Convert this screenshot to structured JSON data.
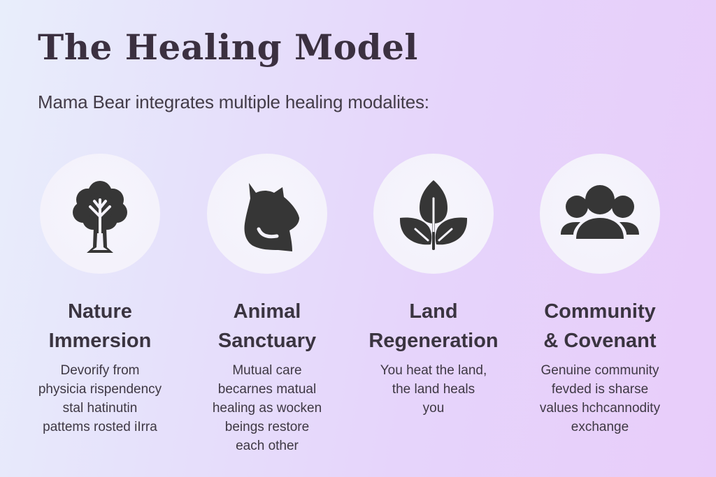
{
  "header": {
    "title": "The Healing Model",
    "subtitle": "Mama Bear integrates multiple healing modalites:"
  },
  "colors": {
    "background_start": "#e8eefb",
    "background_end": "#e8cdfa",
    "icon_circle": "#f4f2fb",
    "icon_fill": "#363636",
    "text": "#3a3440"
  },
  "modalities": [
    {
      "icon": "tree-icon",
      "heading_line1": "Nature",
      "heading_line2": "Immersion",
      "desc_lines": [
        "Devorify from",
        "physicia rispendency",
        "stal  hatinutin",
        "pattems rosted  iIrra"
      ]
    },
    {
      "icon": "animal-head-icon",
      "heading_line1": "Animal",
      "heading_line2": "Sanctuary",
      "desc_lines": [
        "Mutual care",
        "becarnes matual",
        "healing as wocken",
        "beings restore",
        "each other"
      ]
    },
    {
      "icon": "sprout-leaves-icon",
      "heading_line1": "Land",
      "heading_line2": "Regeneration",
      "desc_lines": [
        "You heat the land,",
        "the land heals",
        "you"
      ]
    },
    {
      "icon": "people-group-icon",
      "heading_line1": "Community",
      "heading_line2": "& Covenant",
      "desc_lines": [
        "Genuine community",
        "fevded is sharse",
        "values hchcannodity",
        "exchange"
      ]
    }
  ]
}
